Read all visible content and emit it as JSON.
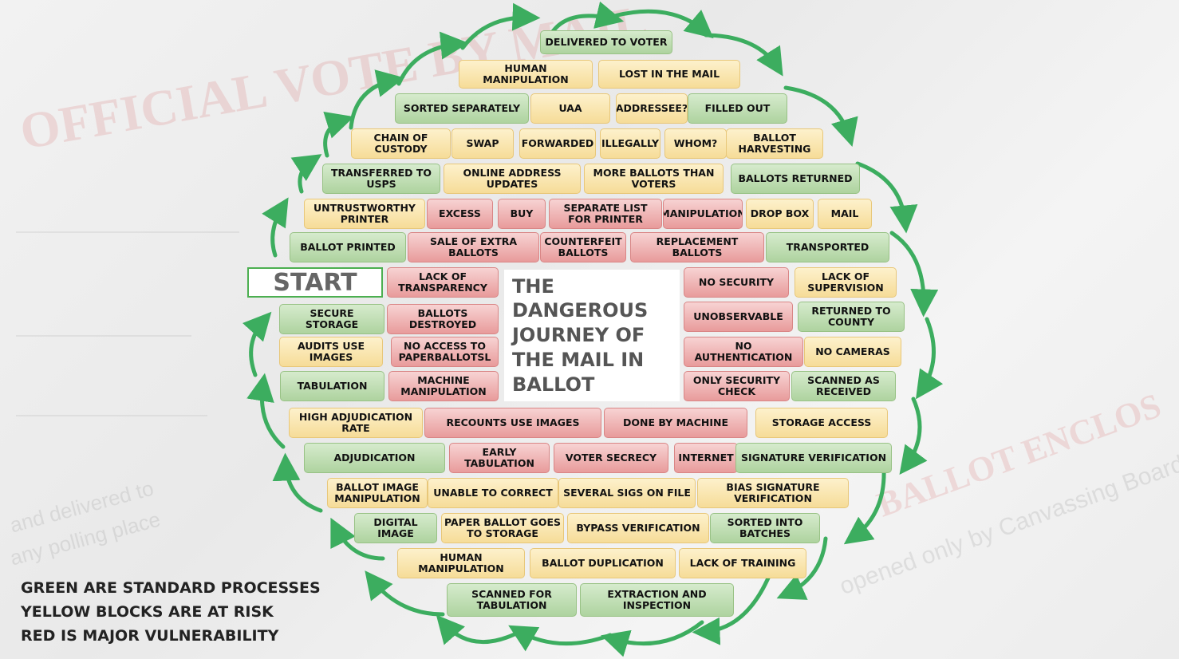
{
  "title": "THE DANGEROUS JOURNEY OF THE MAIL IN BALLOT",
  "start_label": "START",
  "legend": [
    "GREEN ARE STANDARD PROCESSES",
    "YELLOW BLOCKS ARE AT RISK",
    "RED IS MAJOR VULNERABILITY"
  ],
  "colors": {
    "standard_process": "#b9dcaa",
    "at_risk": "#f9e4a8",
    "major_vulnerability": "#eda8a8",
    "arrow": "#3cad5f"
  },
  "blocks": [
    "DELIVERED TO VOTER",
    "HUMAN MANIPULATION",
    "LOST IN THE MAIL",
    "SORTED SEPARATELY",
    "UAA",
    "ADDRESSEE?",
    "FILLED OUT",
    "CHAIN OF CUSTODY",
    "SWAP",
    "FORWARDED",
    "ILLEGALLY",
    "WHOM?",
    "BALLOT HARVESTING",
    "TRANSFERRED TO USPS",
    "ONLINE ADDRESS UPDATES",
    "MORE BALLOTS THAN VOTERS",
    "BALLOTS RETURNED",
    "UNTRUSTWORTHY PRINTER",
    "EXCESS",
    "BUY",
    "SEPARATE LIST FOR PRINTER",
    "MANIPULATION",
    "DROP BOX",
    "MAIL",
    "BALLOT PRINTED",
    "SALE OF EXTRA BALLOTS",
    "COUNTERFEIT BALLOTS",
    "REPLACEMENT BALLOTS",
    "TRANSPORTED",
    "LACK OF TRANSPARENCY",
    "NO SECURITY",
    "LACK OF SUPERVISION",
    "SECURE STORAGE",
    "BALLOTS DESTROYED",
    "UNOBSERVABLE",
    "RETURNED TO COUNTY",
    "AUDITS USE IMAGES",
    "NO ACCESS TO PAPERBALLOTSL",
    "NO AUTHENTICATION",
    "NO CAMERAS",
    "TABULATION",
    "MACHINE MANIPULATION",
    "ONLY SECURITY CHECK",
    "SCANNED AS RECEIVED",
    "HIGH ADJUDICATION RATE",
    "RECOUNTS USE IMAGES",
    "DONE BY MACHINE",
    "STORAGE ACCESS",
    "ADJUDICATION",
    "EARLY TABULATION",
    "VOTER SECRECY",
    "INTERNET",
    "SIGNATURE VERIFICATION",
    "BALLOT IMAGE MANIPULATION",
    "UNABLE TO CORRECT",
    "SEVERAL SIGS ON FILE",
    "BIAS SIGNATURE VERIFICATION",
    "DIGITAL IMAGE",
    "PAPER BALLOT GOES TO STORAGE",
    "BYPASS VERIFICATION",
    "SORTED INTO BATCHES",
    "HUMAN MANIPULATION",
    "BALLOT DUPLICATION",
    "LACK OF TRAINING",
    "SCANNED FOR TABULATION",
    "EXTRACTION AND INSPECTION"
  ],
  "background": {
    "text": [
      "OFFICIAL VOTE BY MAIL",
      "BALLOT ENCLOS",
      "and delivered to",
      "any polling place",
      "opened only by Canvassing Board)"
    ]
  }
}
